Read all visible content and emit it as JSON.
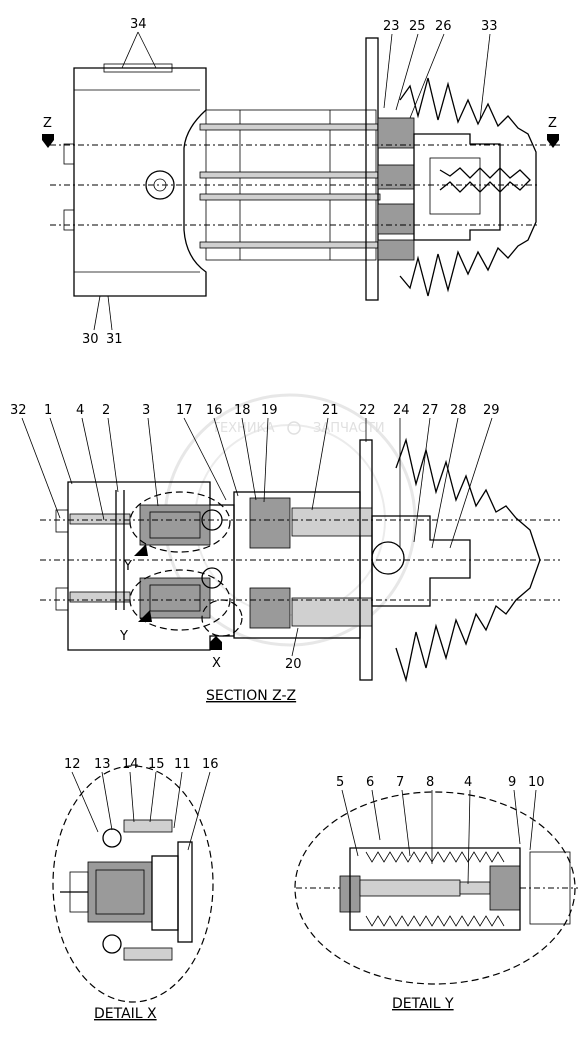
{
  "watermark": {
    "left": "ТЕХНИКА",
    "right": "ЗАПЧАСТИ"
  },
  "top_view": {
    "labels": {
      "l34": "34",
      "l23": "23",
      "l25": "25",
      "l26": "26",
      "l33": "33",
      "l30": "30",
      "l31": "31"
    },
    "section_marks": {
      "left": "Z",
      "right": "Z"
    }
  },
  "section_view": {
    "title": "SECTION Z-Z",
    "labels": {
      "l32": "32",
      "l1": "1",
      "l4": "4",
      "l2": "2",
      "l3": "3",
      "l17": "17",
      "l16": "16",
      "l18": "18",
      "l19": "19",
      "l21": "21",
      "l22": "22",
      "l24": "24",
      "l27": "27",
      "l28": "28",
      "l29": "29",
      "l20": "20"
    },
    "marks": {
      "y1": "Y",
      "y2": "Y",
      "x": "X"
    }
  },
  "detail_x": {
    "title": "DETAIL X",
    "labels": {
      "l12": "12",
      "l13": "13",
      "l14": "14",
      "l15": "15",
      "l11": "11",
      "l16": "16"
    }
  },
  "detail_y": {
    "title": "DETAIL Y",
    "labels": {
      "l5": "5",
      "l6": "6",
      "l7": "7",
      "l8": "8",
      "l4": "4",
      "l9": "9",
      "l10": "10"
    }
  }
}
